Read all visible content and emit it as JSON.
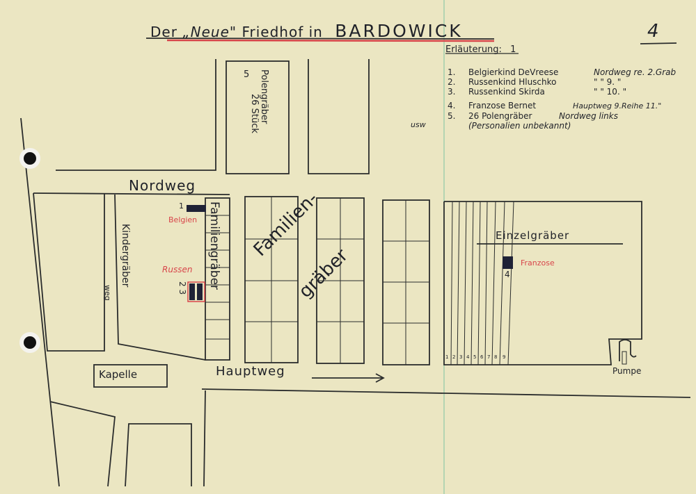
{
  "title": {
    "prefix": "Der",
    "quote": "„Neue\"",
    "middle": "Friedhof in",
    "place": "BARDOWICK"
  },
  "page_number": "4",
  "legend": {
    "heading": "Erläuterung:",
    "heading_num": "1",
    "side_note": "usw",
    "items": [
      {
        "num": "1.",
        "name": "Belgierkind DeVreese",
        "location": "Nordweg re. 2.Grab"
      },
      {
        "num": "2.",
        "name": "Russenkind Hluschko",
        "location": "\"     \" 9. \""
      },
      {
        "num": "3.",
        "name": "Russenkind Skirda",
        "location": "\"     \" 10. \""
      },
      {
        "num": "4.",
        "name": "Franzose Bernet",
        "location": "Hauptweg 9.Reihe 11.\""
      },
      {
        "num": "5.",
        "name": "26 Polengräber",
        "location": "Nordweg links"
      },
      {
        "num": "",
        "name": "(Personalien unbekannt)",
        "location": ""
      }
    ]
  },
  "map": {
    "polen_block": {
      "number": "5",
      "label": "Polengräber",
      "count": "26 Stück"
    },
    "nordweg": "Nordweg",
    "hauptweg": "Hauptweg",
    "kindergraeber": "Kindergräber",
    "weg": "weg",
    "familiengraeber_col": "Familiengräber",
    "familiengraeber_big1": "Familien-",
    "familiengraeber_big2": "gräber",
    "einzelgraeber": "Einzelgräber",
    "kapelle": "Kapelle",
    "pumpe": "Pumpe",
    "belgien": "Belgien",
    "russen": "Russen",
    "franzose": "Franzose",
    "grave1": "1",
    "grave23": "2 3",
    "grave4": "4",
    "row_numbers": [
      "1",
      "2",
      "3",
      "4",
      "5",
      "6",
      "7",
      "8",
      "9"
    ]
  },
  "colors": {
    "paper": "#ebe6c2",
    "ink": "#1f2128",
    "red": "#d8454a",
    "green_margin": "#8fc7a8"
  }
}
